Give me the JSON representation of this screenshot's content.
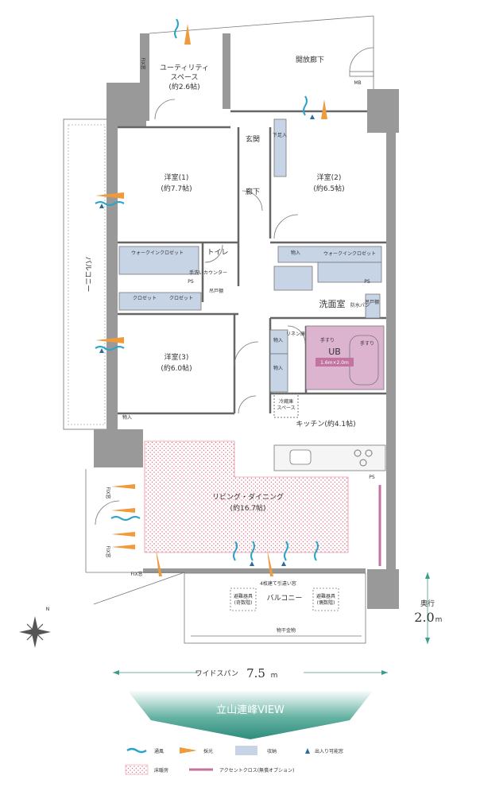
{
  "rooms": {
    "utility": "ユーティリティ\nスペース\n(約2.6帖)",
    "open_corridor": "開放廊下",
    "mb": "MB",
    "entrance": "玄関",
    "shoe_storage": "下足入",
    "hallway": "廊下",
    "western1_name": "洋室(1)",
    "western1_size": "(約7.7帖)",
    "western2_name": "洋室(2)",
    "western2_size": "(約6.5帖)",
    "western3_name": "洋室(3)",
    "western3_size": "(約6.0帖)",
    "toilet": "トイレ",
    "walkin1": "ウォークインクロゼット",
    "walkin2": "ウォークインクロゼット",
    "closet_a": "クロゼット",
    "closet_b": "クロゼット",
    "ps1": "PS",
    "ps2": "PS",
    "ps3": "PS",
    "storage1": "物入",
    "storage2": "物入",
    "storage3": "物入",
    "storage4": "物入",
    "washroom": "洗面室",
    "ub": "UB",
    "ub_size": "1.6m×2.0m",
    "handrail": "手すり",
    "handrail2": "手すり",
    "linen": "リネン庫",
    "washer": "防水パン",
    "hanging_shelf": "吊戸棚",
    "hand_wash": "手洗いカウンター",
    "fridge_space": "冷蔵庫\nスペース",
    "kitchen": "キッチン(約4.1帖)",
    "living_name": "リビング・ダイニング",
    "living_size": "(約16.7帖)",
    "balcony_left": "バルコニー",
    "balcony_bottom": "バルコニー",
    "sliding_window": "4枚建て引違い窓",
    "fix_window1": "FIX窓",
    "fix_window2": "FIX窓",
    "fix_window3": "FIX窓",
    "fix_window4": "FIX窓",
    "evac1": "避難器具\n(奇数階)",
    "evac2": "避難器具\n(偶数階)",
    "laundry": "物干金物",
    "hanger_shelf": "吊戸棚"
  },
  "dimensions": {
    "depth_label": "奥行",
    "depth_value": "2.0",
    "depth_unit": "m",
    "span_label": "ワイドスパン",
    "span_value": "7.5",
    "span_unit": "m"
  },
  "view_banner": "立山連峰VIEW",
  "compass": {
    "north": "N"
  },
  "legend": {
    "ventilation": "通風",
    "daylight": "採光",
    "storage": "収納",
    "access_window": "出入り可能窓",
    "floor_heating": "床暖房",
    "accent_cloth": "アクセントクロス(無償オプション)"
  },
  "colors": {
    "wall": "#999999",
    "storage": "#c7d4e6",
    "ub": "#ddb4cf",
    "accent": "#c2739f",
    "ventilation": "#2ba3c9",
    "daylight": "#ef9a3c",
    "heating": "#e06b80",
    "banner": "#3d9b8a"
  }
}
